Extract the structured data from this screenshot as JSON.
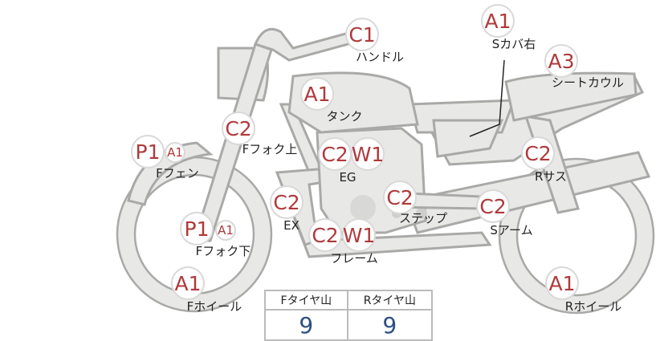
{
  "parts": [
    {
      "id": "handle",
      "codes": [
        "C1"
      ],
      "label": "ハンドル"
    },
    {
      "id": "s-cover-right",
      "codes": [
        "A1"
      ],
      "label": "Sカバ右"
    },
    {
      "id": "seat-cowl",
      "codes": [
        "A3"
      ],
      "label": "シートカウル"
    },
    {
      "id": "tank",
      "codes": [
        "A1"
      ],
      "label": "タンク"
    },
    {
      "id": "f-fork-upper",
      "codes": [
        "C2"
      ],
      "label": "Fフォク上"
    },
    {
      "id": "f-fender",
      "codes": [
        "P1",
        "A1"
      ],
      "label": "Fフェン"
    },
    {
      "id": "engine",
      "codes": [
        "C2",
        "W1"
      ],
      "label": "EG"
    },
    {
      "id": "r-suspension",
      "codes": [
        "C2"
      ],
      "label": "Rサス"
    },
    {
      "id": "exhaust",
      "codes": [
        "C2"
      ],
      "label": "EX"
    },
    {
      "id": "step",
      "codes": [
        "C2"
      ],
      "label": "ステップ"
    },
    {
      "id": "s-arm",
      "codes": [
        "C2"
      ],
      "label": "Sアーム"
    },
    {
      "id": "f-fork-lower",
      "codes": [
        "P1",
        "A1"
      ],
      "label": "Fフォク下"
    },
    {
      "id": "frame",
      "codes": [
        "C2",
        "W1"
      ],
      "label": "フレーム"
    },
    {
      "id": "f-wheel",
      "codes": [
        "A1"
      ],
      "label": "Fホイール"
    },
    {
      "id": "r-wheel",
      "codes": [
        "A1"
      ],
      "label": "Rホイール"
    }
  ],
  "tire_table": {
    "headers": [
      "Fタイヤ山",
      "Rタイヤ山"
    ],
    "values": [
      "9",
      "9"
    ]
  }
}
